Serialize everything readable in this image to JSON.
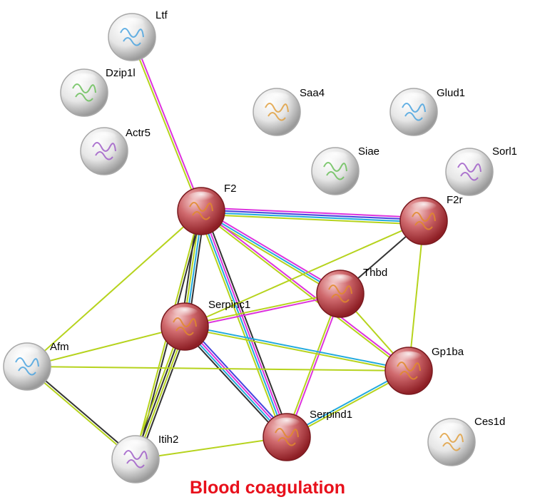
{
  "title": "Blood coagulation",
  "colors": {
    "highlight_node": "#c0393f",
    "plain_node": "#d9d9d9",
    "title": "#e8101b",
    "edge_green": "#b6d31d",
    "edge_black": "#333333",
    "edge_magenta": "#dd33dd",
    "edge_cyan": "#22aadd",
    "edge_blue": "#4444dd"
  },
  "nodes": [
    {
      "id": "Ltf",
      "label": "Ltf",
      "highlighted": false
    },
    {
      "id": "Dzip1l",
      "label": "Dzip1l",
      "highlighted": false
    },
    {
      "id": "Actr5",
      "label": "Actr5",
      "highlighted": false
    },
    {
      "id": "Saa4",
      "label": "Saa4",
      "highlighted": false
    },
    {
      "id": "Glud1",
      "label": "Glud1",
      "highlighted": false
    },
    {
      "id": "Siae",
      "label": "Siae",
      "highlighted": false
    },
    {
      "id": "Sorl1",
      "label": "Sorl1",
      "highlighted": false
    },
    {
      "id": "F2",
      "label": "F2",
      "highlighted": true
    },
    {
      "id": "F2r",
      "label": "F2r",
      "highlighted": true
    },
    {
      "id": "Thbd",
      "label": "Thbd",
      "highlighted": true
    },
    {
      "id": "Serpinc1",
      "label": "Serpinc1",
      "highlighted": true
    },
    {
      "id": "Gp1ba",
      "label": "Gp1ba",
      "highlighted": true
    },
    {
      "id": "Afm",
      "label": "Afm",
      "highlighted": false
    },
    {
      "id": "Serpind1",
      "label": "Serpind1",
      "highlighted": true
    },
    {
      "id": "Itih2",
      "label": "Itih2",
      "highlighted": false
    },
    {
      "id": "Ces1d",
      "label": "Ces1d",
      "highlighted": false
    }
  ],
  "edges": [
    {
      "from": "Ltf",
      "to": "F2",
      "types": [
        "magenta",
        "green"
      ]
    },
    {
      "from": "F2",
      "to": "F2r",
      "types": [
        "magenta",
        "blue",
        "cyan",
        "green"
      ]
    },
    {
      "from": "F2",
      "to": "Thbd",
      "types": [
        "magenta",
        "cyan",
        "green"
      ]
    },
    {
      "from": "F2",
      "to": "Gp1ba",
      "types": [
        "magenta",
        "green"
      ]
    },
    {
      "from": "F2",
      "to": "Serpinc1",
      "types": [
        "black",
        "cyan",
        "green",
        "black"
      ]
    },
    {
      "from": "F2",
      "to": "Serpind1",
      "types": [
        "black",
        "magenta",
        "cyan",
        "green"
      ]
    },
    {
      "from": "F2",
      "to": "Afm",
      "types": [
        "green"
      ]
    },
    {
      "from": "F2",
      "to": "Itih2",
      "types": [
        "black",
        "green"
      ]
    },
    {
      "from": "F2r",
      "to": "Thbd",
      "types": [
        "black"
      ]
    },
    {
      "from": "F2r",
      "to": "Serpinc1",
      "types": [
        "green"
      ]
    },
    {
      "from": "F2r",
      "to": "Gp1ba",
      "types": [
        "green"
      ]
    },
    {
      "from": "Thbd",
      "to": "Serpinc1",
      "types": [
        "magenta",
        "green"
      ]
    },
    {
      "from": "Thbd",
      "to": "Gp1ba",
      "types": [
        "green"
      ]
    },
    {
      "from": "Thbd",
      "to": "Serpind1",
      "types": [
        "magenta",
        "green"
      ]
    },
    {
      "from": "Serpinc1",
      "to": "Gp1ba",
      "types": [
        "cyan",
        "green"
      ]
    },
    {
      "from": "Serpinc1",
      "to": "Serpind1",
      "types": [
        "blue",
        "magenta",
        "cyan",
        "black"
      ]
    },
    {
      "from": "Serpinc1",
      "to": "Afm",
      "types": [
        "green"
      ]
    },
    {
      "from": "Serpinc1",
      "to": "Itih2",
      "types": [
        "black",
        "green",
        "black",
        "green"
      ]
    },
    {
      "from": "Serpind1",
      "to": "Gp1ba",
      "types": [
        "cyan",
        "green"
      ]
    },
    {
      "from": "Serpind1",
      "to": "Itih2",
      "types": [
        "green"
      ]
    },
    {
      "from": "Afm",
      "to": "Itih2",
      "types": [
        "black",
        "green"
      ]
    },
    {
      "from": "Afm",
      "to": "Gp1ba",
      "types": [
        "green"
      ]
    }
  ]
}
